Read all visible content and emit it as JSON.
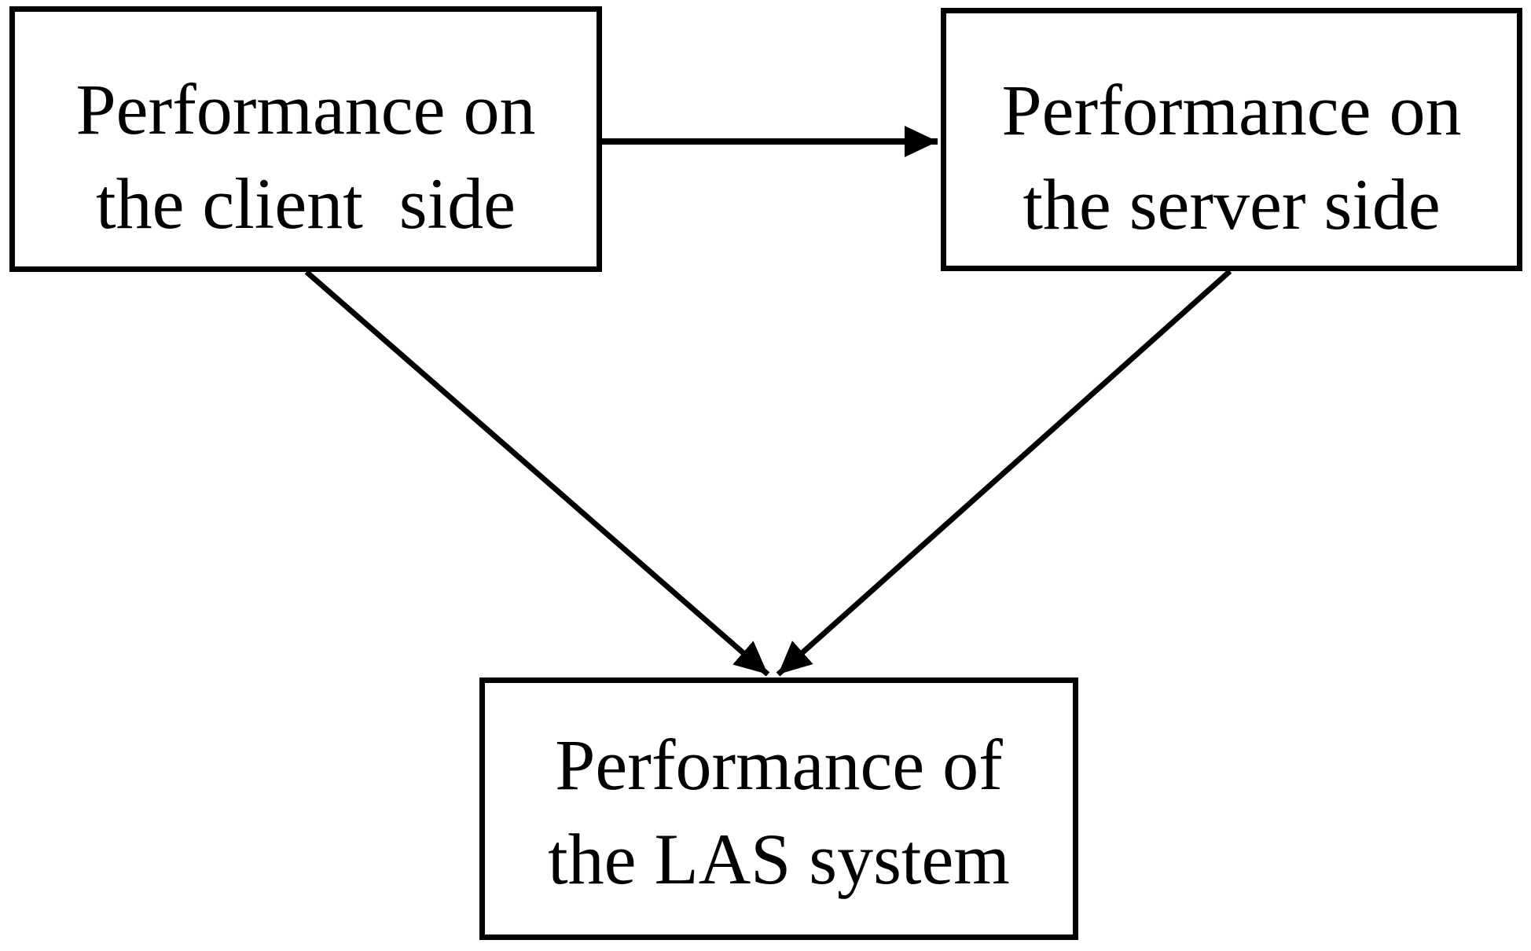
{
  "diagram": {
    "colors": {
      "background": "#ffffff",
      "line": "#000000",
      "text": "#000000"
    },
    "nodes": {
      "client": {
        "line1": "Performance on",
        "line2": "the client  side"
      },
      "server": {
        "line1": "Performance on",
        "line2": "the server side"
      },
      "las": {
        "line1": "Performance of",
        "line2": "the LAS system"
      }
    },
    "edges": [
      {
        "from": "client",
        "to": "server"
      },
      {
        "from": "client",
        "to": "las"
      },
      {
        "from": "server",
        "to": "las"
      }
    ]
  }
}
